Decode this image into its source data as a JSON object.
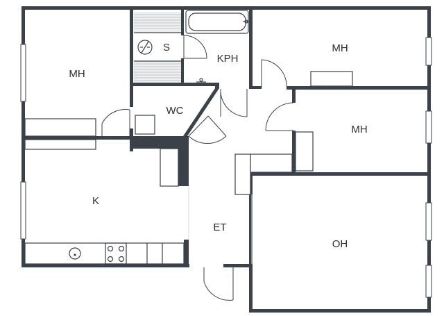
{
  "floorplan": {
    "rooms": {
      "mh_top_left": "MH",
      "sauna": "S",
      "bathroom": "KPH",
      "mh_top_right": "MH",
      "wc": "WC",
      "mh_middle_right": "MH",
      "kitchen": "K",
      "entrance": "ET",
      "living_room": "OH"
    }
  }
}
